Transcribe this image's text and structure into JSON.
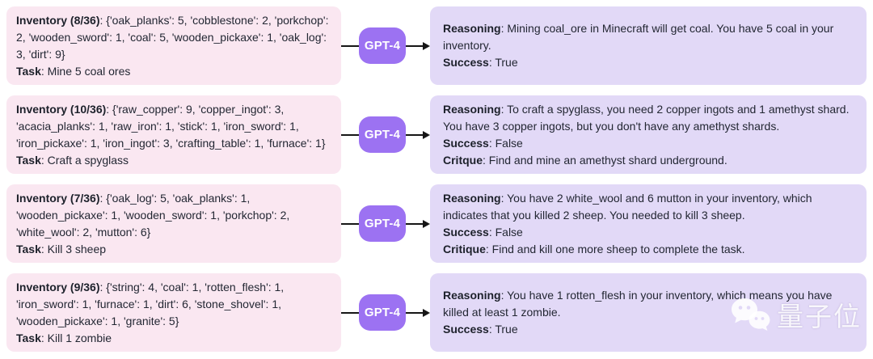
{
  "colors": {
    "pink": "#fae7f1",
    "lavender": "#e2d9f7",
    "badge": "#9c72f2",
    "ink": "#232733",
    "wire": "#161616"
  },
  "rows": [
    {
      "input": {
        "inventory_label": "Inventory (8/36)",
        "inventory_value": ": {'oak_planks': 5, 'cobblestone': 2, 'porkchop': 2, 'wooden_sword': 1, 'coal': 5, 'wooden_pickaxe': 1, 'oak_log': 3, 'dirt': 9}",
        "task_label": "Task",
        "task_value": ": Mine 5 coal ores"
      },
      "model_label": "GPT-4",
      "output": {
        "reasoning_label": "Reasoning",
        "reasoning_value": ": Mining coal_ore in Minecraft will get coal. You have 5 coal in your inventory.",
        "success_label": "Success",
        "success_value": ": True"
      }
    },
    {
      "input": {
        "inventory_label": "Inventory (10/36)",
        "inventory_value": ": {'raw_copper': 9, 'copper_ingot': 3, 'acacia_planks': 1, 'raw_iron': 1, 'stick': 1, 'iron_sword': 1, 'iron_pickaxe': 1, 'iron_ingot': 3, 'crafting_table': 1, 'furnace': 1}",
        "task_label": "Task",
        "task_value": ": Craft a spyglass"
      },
      "model_label": "GPT-4",
      "output": {
        "reasoning_label": "Reasoning",
        "reasoning_value": ": To craft a spyglass, you need 2 copper ingots and 1 amethyst shard. You have 3 copper ingots, but you don't have any amethyst shards.",
        "success_label": "Success",
        "success_value": ": False",
        "critique_label": "Critque",
        "critique_value": ": Find and mine an amethyst shard underground."
      }
    },
    {
      "input": {
        "inventory_label": "Inventory (7/36)",
        "inventory_value": ": {'oak_log': 5, 'oak_planks': 1, 'wooden_pickaxe': 1, 'wooden_sword': 1, 'porkchop': 2, 'white_wool': 2, 'mutton': 6}",
        "task_label": "Task",
        "task_value": ": Kill 3 sheep"
      },
      "model_label": "GPT-4",
      "output": {
        "reasoning_label": "Reasoning",
        "reasoning_value": ": You have 2 white_wool and 6 mutton in your inventory, which indicates that you killed 2 sheep. You needed to kill 3 sheep.",
        "success_label": "Success",
        "success_value": ": False",
        "critique_label": "Critique",
        "critique_value": ": Find and kill one more sheep to complete the task."
      }
    },
    {
      "input": {
        "inventory_label": "Inventory (9/36)",
        "inventory_value": ": {'string': 4, 'coal': 1, 'rotten_flesh': 1, 'iron_sword': 1, 'furnace': 1, 'dirt': 6, 'stone_shovel': 1, 'wooden_pickaxe': 1, 'granite': 5}",
        "task_label": "Task",
        "task_value": ": Kill 1 zombie"
      },
      "model_label": "GPT-4",
      "output": {
        "reasoning_label": "Reasoning",
        "reasoning_value": ": You have 1 rotten_flesh in your inventory, which means you have killed at least 1 zombie.",
        "success_label": "Success",
        "success_value": ": True"
      }
    }
  ],
  "watermark": {
    "icon": "wechat-bubbles-icon",
    "text": "量子位"
  }
}
